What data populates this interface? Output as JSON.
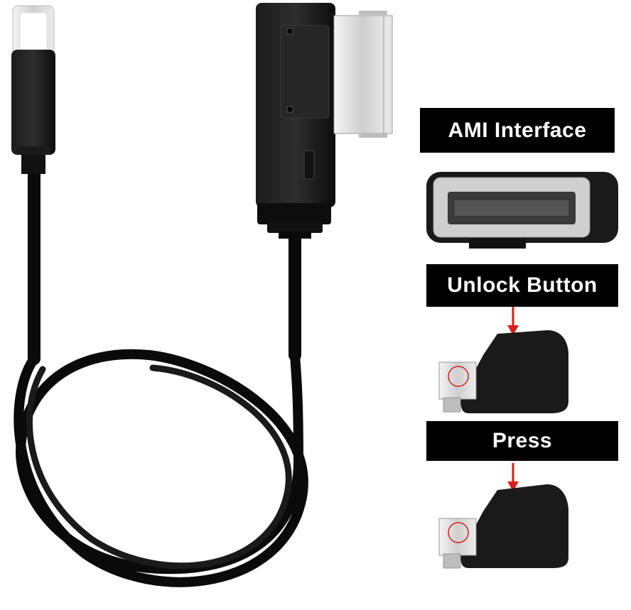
{
  "labels": {
    "ami_interface": "AMI Interface",
    "unlock_button": "Unlock Button",
    "press": "Press"
  },
  "colors": {
    "cable": "#0a0a0a",
    "label_bg": "#000000",
    "label_text": "#ffffff",
    "arrow": "#d81e1e",
    "metal": "#cfcfcf"
  }
}
